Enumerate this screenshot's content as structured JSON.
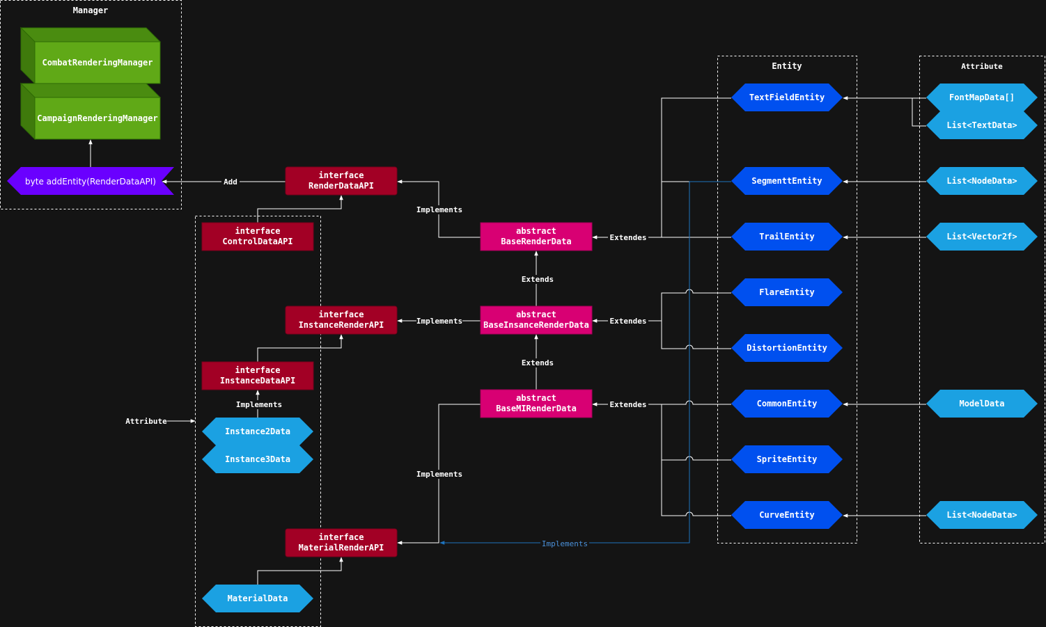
{
  "groups": {
    "manager": "Manager",
    "entity": "Entity",
    "attribute": "Attribute"
  },
  "managers": {
    "combat": "CombatRenderingManager",
    "campaign": "CampaignRenderingManager",
    "add_entity": "byte addEntity(RenderDataAPI)"
  },
  "interfaces": {
    "render_data": [
      "interface",
      "RenderDataAPI"
    ],
    "control_data": [
      "interface",
      "ControlDataAPI"
    ],
    "instance_render": [
      "interface",
      "InstanceRenderAPI"
    ],
    "instance_data": [
      "interface",
      "InstanceDataAPI"
    ],
    "material_render": [
      "interface",
      "MaterialRenderAPI"
    ]
  },
  "abstracts": {
    "base_render": [
      "abstract",
      "BaseRenderData"
    ],
    "base_instance": [
      "abstract",
      "BaseInsanceRenderData"
    ],
    "base_mi": [
      "abstract",
      "BaseMIRenderData"
    ]
  },
  "entities": {
    "textfield": "TextFieldEntity",
    "segment": "SegmenttEntity",
    "trail": "TrailEntity",
    "flare": "FlareEntity",
    "distortion": "DistortionEntity",
    "common": "CommonEntity",
    "sprite": "SpriteEntity",
    "curve": "CurveEntity"
  },
  "attributes": {
    "fontmap": "FontMapData[]",
    "textdata": "List<TextData>",
    "nodedata_1": "List<NodeData>",
    "vector2f": "List<Vector2f>",
    "model": "ModelData",
    "nodedata_2": "List<NodeData>",
    "instance2": "Instance2Data",
    "instance3": "Instance3Data",
    "material": "MaterialData"
  },
  "edge_labels": {
    "add": "Add",
    "implements": "Implements",
    "extendes": "Extendes",
    "extends": "Extends",
    "attribute": "Attribute"
  },
  "colors": {
    "background": "#141414",
    "interface_fill": "#a20025",
    "abstract_fill": "#d80073",
    "entity_fill": "#0050ef",
    "attribute_fill": "#1ba1e2",
    "manager_fill": "#60a917",
    "method_fill": "#6a00ff",
    "line": "#ffffff",
    "blue_line": "#1e73be"
  }
}
